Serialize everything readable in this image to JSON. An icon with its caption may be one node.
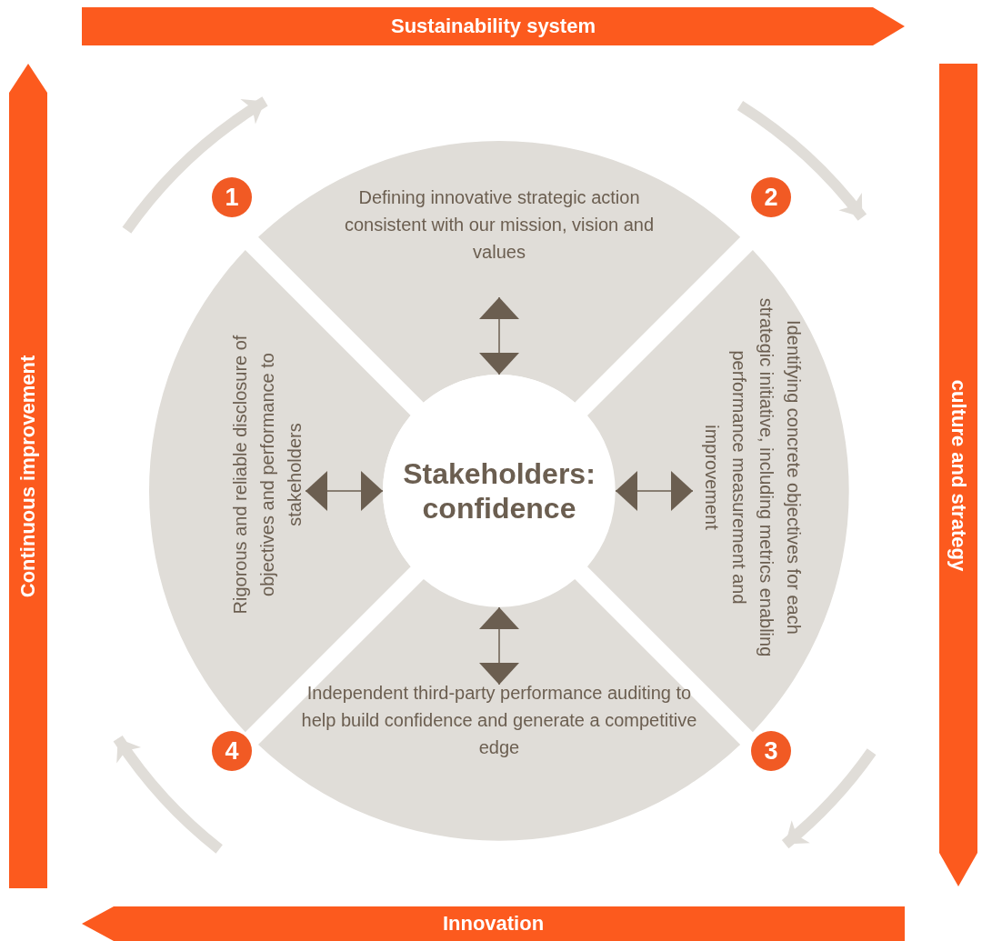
{
  "diagram": {
    "nodes": [
      {
        "text": [
          "Sustainability system"
        ]
      },
      {
        "text": [
          "Continuous improvement"
        ]
      },
      {
        "text": [
          "1"
        ]
      },
      {
        "text": [
          "Defining innovative strategic action consistent with our mission, vision and values"
        ]
      },
      {
        "text": [
          "2"
        ]
      },
      {
        "text": [
          "culture and strategy"
        ]
      },
      {
        "text": [
          "Rigorous and reliable disclosure of objectives and performance to stakeholders"
        ]
      },
      {
        "text": [
          "Stakeholders: confidence"
        ]
      },
      {
        "text": [
          "Identifying concrete objectives for each strategic initiative, including metrics enabling performance measurement and improvement"
        ]
      },
      {
        "text": [
          "4"
        ]
      },
      {
        "text": [
          "Independent third-party performance auditing to help build confidence and generate a competitive edge"
        ]
      },
      {
        "text": [
          "3"
        ]
      },
      {
        "text": [
          "Innovation"
        ]
      }
    ],
    "edges": [
      {
        "from": 7,
        "to": 3,
        "arrow": "both"
      },
      {
        "from": 7,
        "to": 6,
        "arrow": "both"
      },
      {
        "from": 7,
        "to": 8,
        "arrow": "both"
      },
      {
        "from": 7,
        "to": 10,
        "arrow": "both"
      }
    ]
  }
}
